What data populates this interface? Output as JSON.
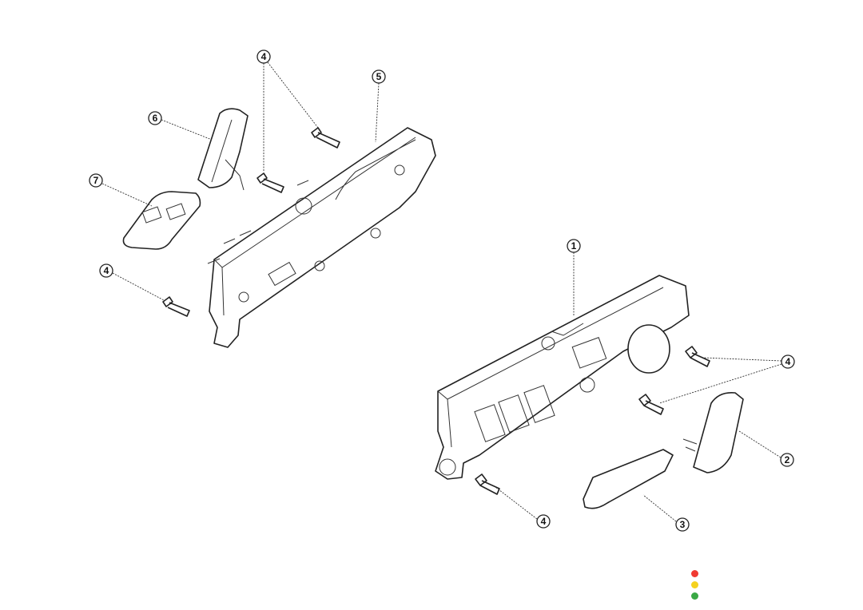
{
  "callouts": [
    {
      "id": "c4a",
      "label": "4"
    },
    {
      "id": "c5",
      "label": "5"
    },
    {
      "id": "c6",
      "label": "6"
    },
    {
      "id": "c7",
      "label": "7"
    },
    {
      "id": "c4b",
      "label": "4"
    },
    {
      "id": "c1",
      "label": "1"
    },
    {
      "id": "c4c",
      "label": "4"
    },
    {
      "id": "c2",
      "label": "2"
    },
    {
      "id": "c3",
      "label": "3"
    },
    {
      "id": "c4d",
      "label": "4"
    }
  ],
  "status_dots": {
    "red": "#f03a32",
    "yellow": "#f5d21f",
    "green": "#3aa845"
  }
}
